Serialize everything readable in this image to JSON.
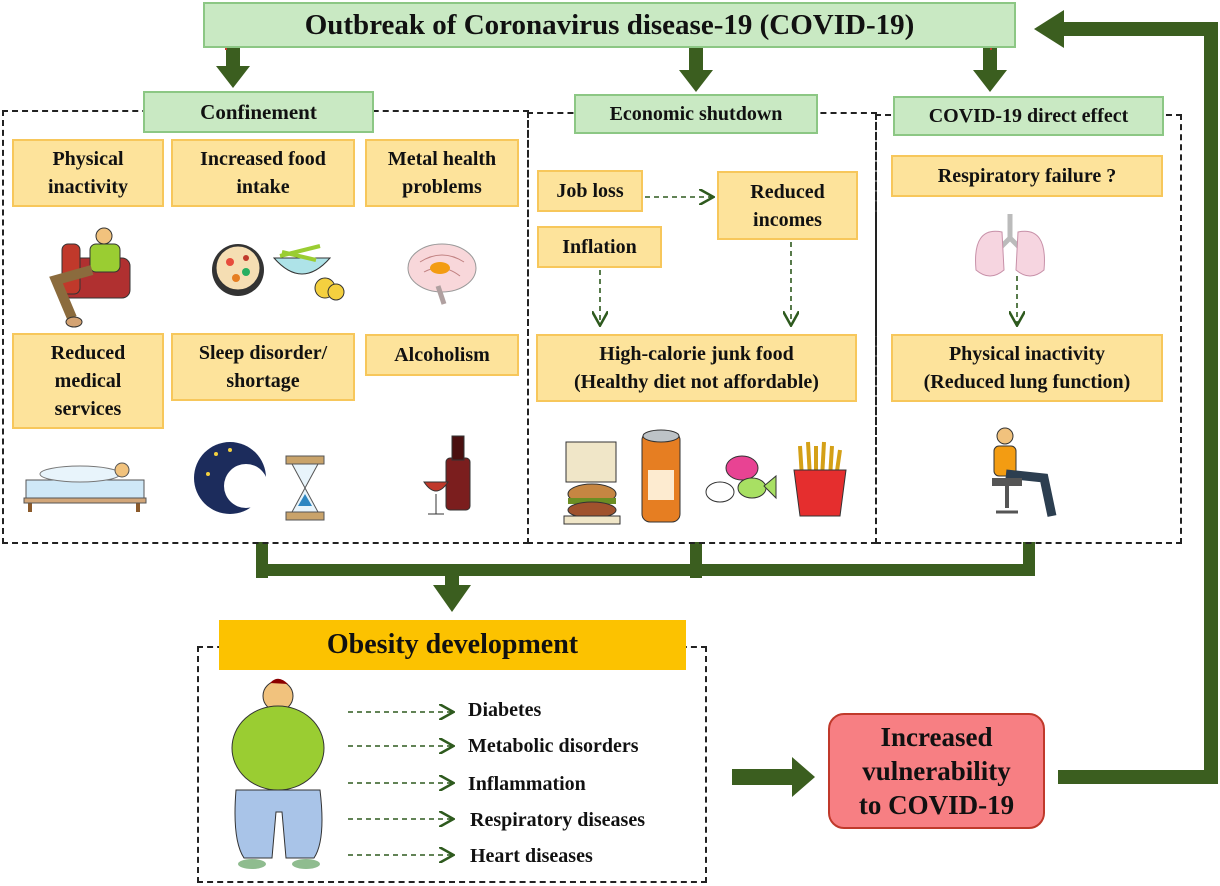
{
  "title": "Outbreak of Coronavirus disease-19 (COVID-19)",
  "categories": {
    "confinement": "Confinement",
    "economic": "Economic shutdown",
    "direct": "COVID-19 direct effect"
  },
  "confinement_items": {
    "physical_inactivity": [
      "Physical",
      "inactivity"
    ],
    "food_intake": [
      "Increased food",
      "intake"
    ],
    "mental_health": [
      "Metal health",
      "problems"
    ],
    "medical_services": [
      "Reduced",
      "medical",
      "services"
    ],
    "sleep": [
      "Sleep disorder/",
      "shortage"
    ],
    "alcoholism": "Alcoholism"
  },
  "economic_items": {
    "job_loss": "Job loss",
    "reduced_incomes": [
      "Reduced",
      "incomes"
    ],
    "inflation": "Inflation",
    "junk_food": [
      "High-calorie junk food",
      "(Healthy diet not affordable)"
    ]
  },
  "direct_items": {
    "respiratory_failure": "Respiratory failure ?",
    "physical_inactivity": [
      "Physical inactivity",
      "(Reduced lung function)"
    ]
  },
  "obesity": {
    "title": "Obesity development",
    "consequences": [
      "Diabetes",
      "Metabolic disorders",
      "Inflammation",
      "Respiratory diseases",
      "Heart diseases"
    ]
  },
  "vulnerability": [
    "Increased",
    "vulnerability",
    "to COVID-19"
  ],
  "colors": {
    "arrow": "#3b5e1f",
    "green_box": "#c9e9c3",
    "yellow_box": "#fde39b",
    "obesity_header": "#fcc200",
    "vulnerability_box": "#f77f83"
  }
}
